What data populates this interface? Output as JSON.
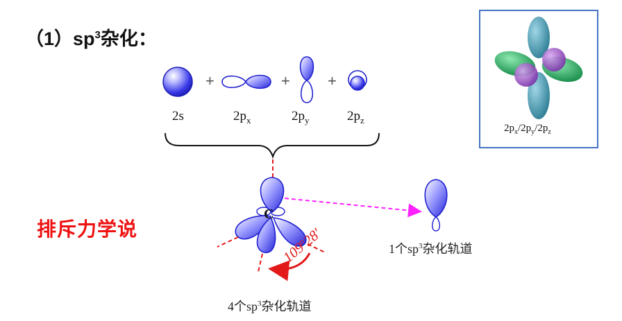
{
  "title": {
    "prefix": "（1）sp",
    "sup": "3",
    "suffix": "杂化："
  },
  "orbitals": [
    {
      "base": "2s",
      "sub": ""
    },
    {
      "base": "2p",
      "sub": "x"
    },
    {
      "base": "2p",
      "sub": "y"
    },
    {
      "base": "2p",
      "sub": "z"
    }
  ],
  "plus": "+",
  "carbon_label": "C",
  "angle": {
    "deg": "109",
    "deg_mark": "o",
    "minutes": "28′"
  },
  "theory_label": "排斥力学说",
  "single_hybrid": {
    "prefix": "1个sp",
    "sup": "3",
    "suffix": "杂化轨道"
  },
  "four_hybrid": {
    "prefix": "4个sp",
    "sup": "3",
    "suffix": "杂化轨道"
  },
  "inset": {
    "p1": "2p",
    "s1": "x",
    "p2": "/2p",
    "s2": "y",
    "p3": "/2p",
    "s3": "z"
  },
  "colors": {
    "orbital_blue": "#3a3ae8",
    "red_accent": "#e21a1a",
    "arrow_magenta": "#ff22ff",
    "inset_border": "#4472c4",
    "lobe_teal": "#2f7f96",
    "lobe_green": "#23a05a",
    "lobe_purple": "#8e44b8"
  }
}
